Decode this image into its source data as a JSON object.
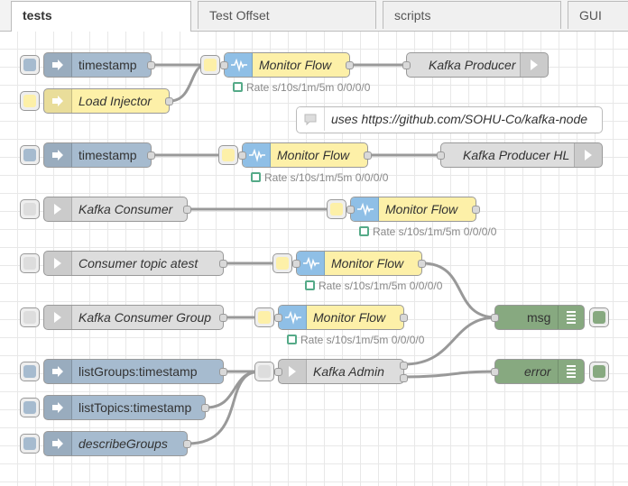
{
  "tabs": [
    {
      "label": "tests",
      "active": true
    },
    {
      "label": "Test Offset",
      "active": false
    },
    {
      "label": "scripts",
      "active": false
    },
    {
      "label": "GUI",
      "active": false
    }
  ],
  "colors": {
    "inject": "#a6bbcf",
    "monitor": "#fdf0a8",
    "kafka": "#dddddd",
    "debug": "#87a980",
    "status": "#5aa888"
  },
  "nodes": {
    "timestamp_1": "timestamp",
    "load_injector": "Load Injector",
    "monitor_1": "Monitor Flow",
    "monitor_1_status": "Rate s/10s/1m/5m 0/0/0/0",
    "kafka_producer": "Kafka Producer",
    "comment": "uses https://github.com/SOHU-Co/kafka-node",
    "timestamp_2": "timestamp",
    "monitor_2": "Monitor Flow",
    "monitor_2_status": "Rate s/10s/1m/5m 0/0/0/0",
    "kafka_producer_hl": "Kafka Producer HL",
    "kafka_consumer": "Kafka Consumer",
    "monitor_3": "Monitor Flow",
    "monitor_3_status": "Rate s/10s/1m/5m 0/0/0/0",
    "consumer_topic": "Consumer topic atest",
    "monitor_4": "Monitor Flow",
    "monitor_4_status": "Rate s/10s/1m/5m 0/0/0/0",
    "kafka_consumer_group": "Kafka Consumer Group",
    "monitor_5": "Monitor Flow",
    "monitor_5_status": "Rate s/10s/1m/5m 0/0/0/0",
    "list_groups": "listGroups:timestamp",
    "list_topics": "listTopics:timestamp",
    "describe_groups": "describeGroups",
    "kafka_admin": "Kafka Admin",
    "msg": "msg",
    "error": "error"
  }
}
